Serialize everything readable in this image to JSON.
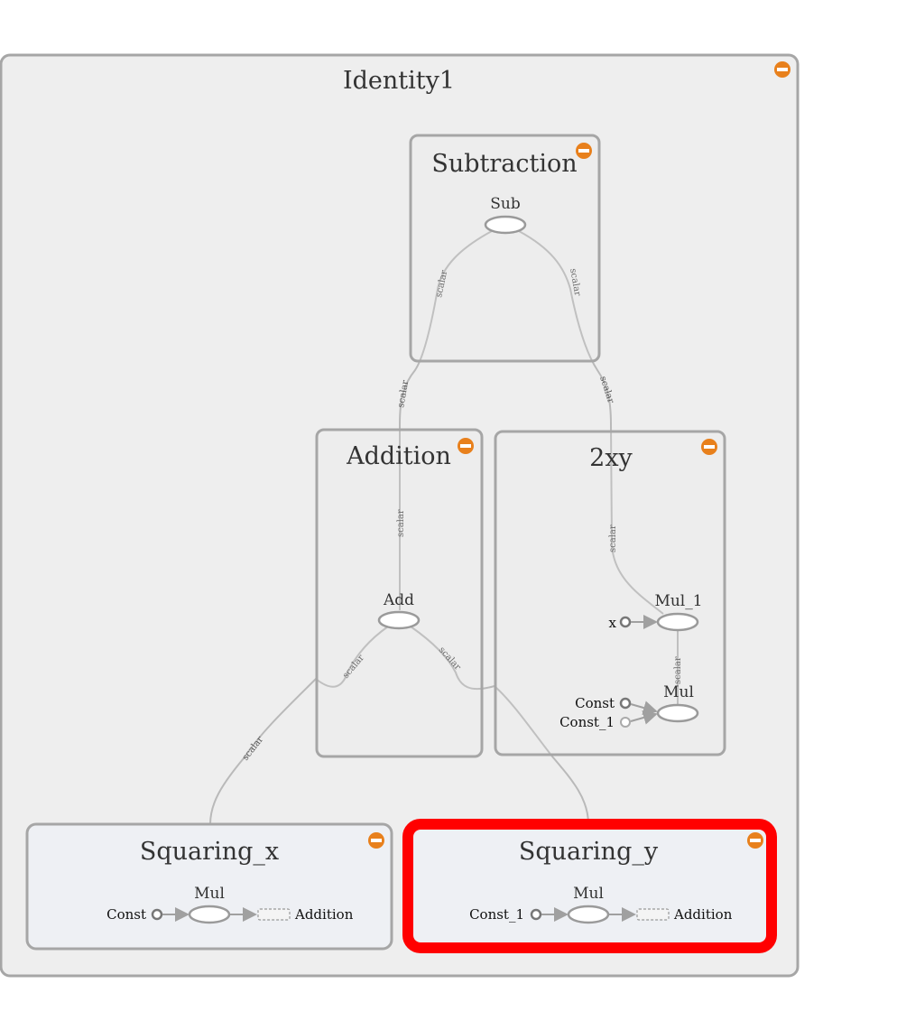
{
  "graph": {
    "outer": {
      "title": "Identity1"
    },
    "subtraction": {
      "title": "Subtraction",
      "op": "Sub"
    },
    "addition": {
      "title": "Addition",
      "op": "Add"
    },
    "twoxy": {
      "title": "2xy",
      "op1": "Mul_1",
      "op2": "Mul",
      "input_x": "x",
      "input_const": "Const",
      "input_const1": "Const_1"
    },
    "squaring_x": {
      "title": "Squaring_x",
      "op": "Mul",
      "input": "Const",
      "output": "Addition"
    },
    "squaring_y": {
      "title": "Squaring_y",
      "op": "Mul",
      "input": "Const_1",
      "output": "Addition",
      "selected": true
    },
    "edge_label": "scalar"
  },
  "colors": {
    "collapse_button": "#e8801c",
    "selection": "#ff0000",
    "group_fill": "#eeeeee",
    "leaf_fill": "#eef0f4"
  }
}
